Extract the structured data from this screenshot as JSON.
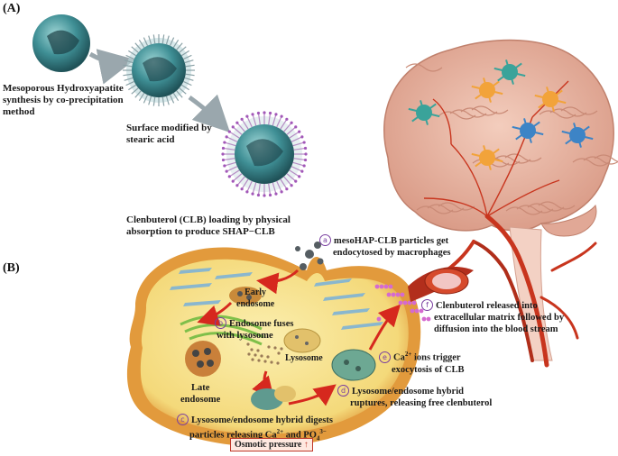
{
  "panels": {
    "a": "(A)",
    "b": "(B)"
  },
  "steps": {
    "synthesis": [
      "Mesoporous Hydroxyapatite",
      "synthesis by co-precipitation",
      "method"
    ],
    "surface": [
      "Surface modified by",
      "stearic acid"
    ],
    "loading": [
      "Clenbuterol (CLB) loading by physical",
      "absorption to produce SHAP−CLB"
    ]
  },
  "cell": {
    "a": {
      "marker": "a",
      "lines": [
        "mesoHAP-CLB particles get",
        "endocytosed by macrophages"
      ]
    },
    "early_endosome": [
      "Early",
      "endosome"
    ],
    "b": {
      "marker": "b",
      "lines": [
        "Endosome fuses",
        "with lysosome"
      ]
    },
    "lysosome": "Lysosome",
    "late_endosome": [
      "Late",
      "endosome"
    ],
    "c": {
      "marker": "c",
      "line1": "Lysosome/endosome hybrid digests",
      "line2_pre": "particles releasing Ca",
      "sup1": "2+",
      "line2_mid": " and PO",
      "sub1": "4",
      "sup2": "3−"
    },
    "d": {
      "marker": "d",
      "lines": [
        "Lysosome/endosome hybrid",
        "ruptures, releasing free clenbuterol"
      ]
    },
    "e": {
      "marker": "e",
      "pre": "Ca",
      "sup": "2+",
      "post": " ions trigger",
      "line2": "exocytosis of CLB"
    },
    "f": {
      "marker": "f",
      "lines": [
        "Clenbuterol released into",
        "extracellular matrix followed by",
        "diffusion into the blood stream"
      ]
    },
    "osmotic": {
      "label": "Osmotic pressure",
      "arrow": "↑"
    }
  },
  "colors": {
    "cell_membrane": "#e8a84a",
    "cytoplasm": "#f6e79a",
    "particle": "#3d8a8f",
    "arrow": "#d6281e",
    "brain": "#e9b29c",
    "vessel": "#c8351e"
  }
}
